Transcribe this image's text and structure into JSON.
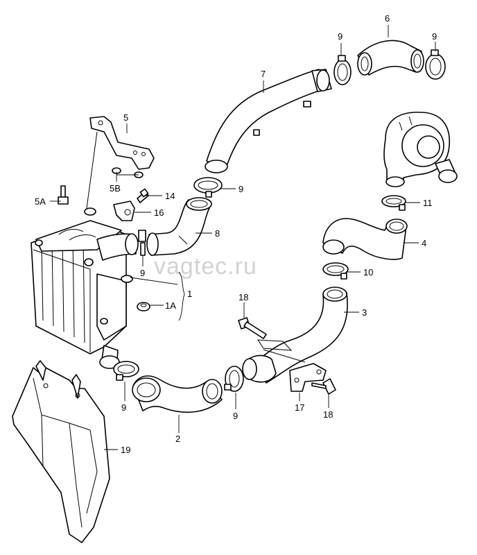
{
  "watermark": "vagtec.ru",
  "labels": {
    "l1": "1",
    "l1A": "1A",
    "l2": "2",
    "l3": "3",
    "l4": "4",
    "l5": "5",
    "l5A": "5A",
    "l5B": "5B",
    "l6": "6",
    "l7": "7",
    "l8": "8",
    "l9": "9",
    "l10": "10",
    "l11": "11",
    "l14": "14",
    "l16": "16",
    "l17": "17",
    "l18": "18",
    "l19": "19"
  }
}
